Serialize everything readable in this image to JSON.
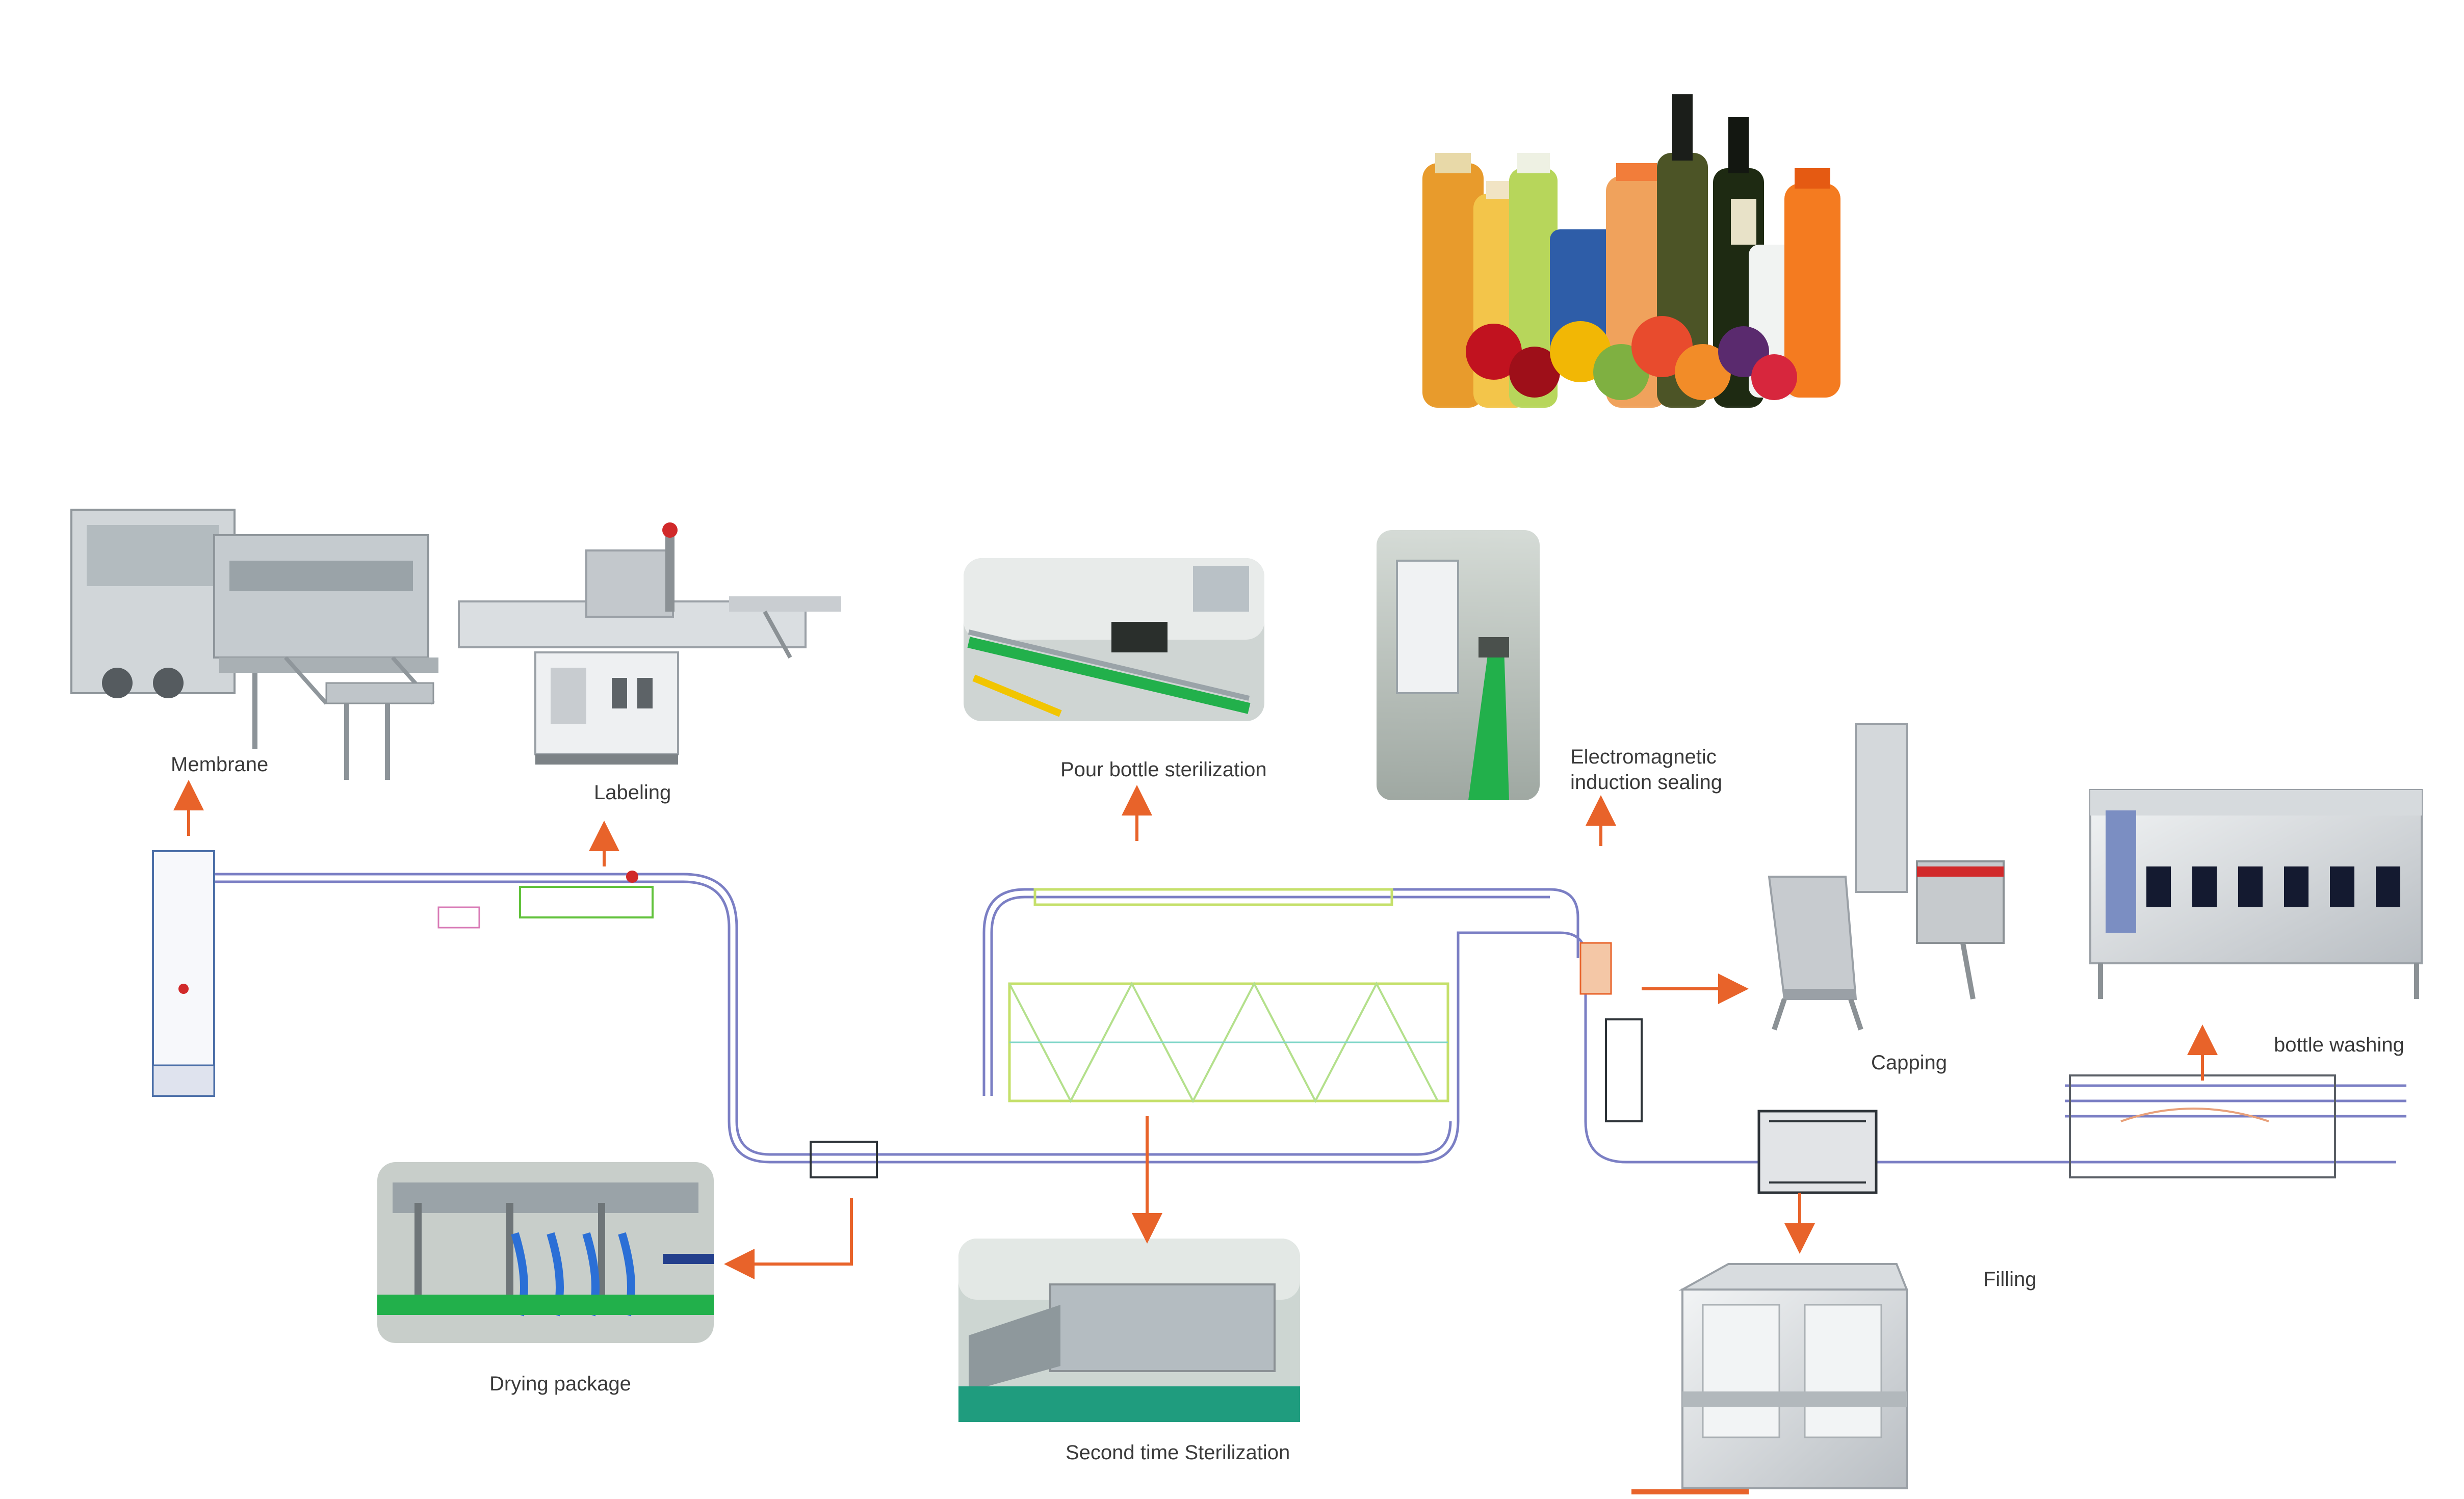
{
  "labels": {
    "membrane": "Membrane",
    "labeling": "Labeling",
    "pour_bottle": "Pour bottle sterilization",
    "em_line1": "Electromagnetic",
    "em_line2": "induction sealing",
    "capping": "Capping",
    "bottle_washing": "bottle washing",
    "filling": "Filling",
    "drying": "Drying package",
    "second_sterilization": "Second time Sterilization"
  },
  "colors": {
    "arrow": "#e8632a",
    "conveyor": "#7b7fc4",
    "machine_gray": "#c9ccd0",
    "steel": "#dfe3e6",
    "photo_bg": "#e9ece9",
    "green_belt": "#22b04b"
  },
  "icons": {
    "arrow": "arrow-icon",
    "bottles": "bottles-and-fruit-illustration"
  }
}
